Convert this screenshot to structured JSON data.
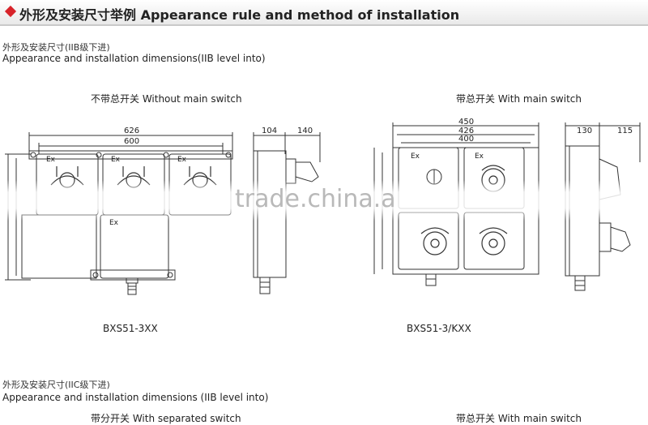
{
  "header": {
    "title": "外形及安装尺寸举例 Appearance rule and method of installation",
    "accent": "#d8232a"
  },
  "section1": {
    "title_cn": "外形及安装尺寸(IIB级下进)",
    "title_en": "Appearance and installation dimensions(IIB level into)",
    "left": {
      "caption": "不带总开关 Without main switch",
      "model": "BXS51-3XX",
      "dims": [
        "626",
        "600",
        "104",
        "140"
      ],
      "labels": [
        "Ex",
        "Ex",
        "Ex",
        "Ex"
      ]
    },
    "right": {
      "caption": "带总开关 With main switch",
      "model": "BXS51-3/KXX",
      "dims": [
        "450",
        "426",
        "400",
        "130",
        "115"
      ],
      "labels": [
        "Ex",
        "Ex"
      ]
    }
  },
  "section2": {
    "title_cn": "外形及安装尺寸(IIC级下进)",
    "title_en": "Appearance and installation dimensions  (IIB level into)",
    "left_caption": "带分开关 With separated switch",
    "right_caption": "带总开关 With main switch"
  },
  "watermark": "trade.china.a"
}
